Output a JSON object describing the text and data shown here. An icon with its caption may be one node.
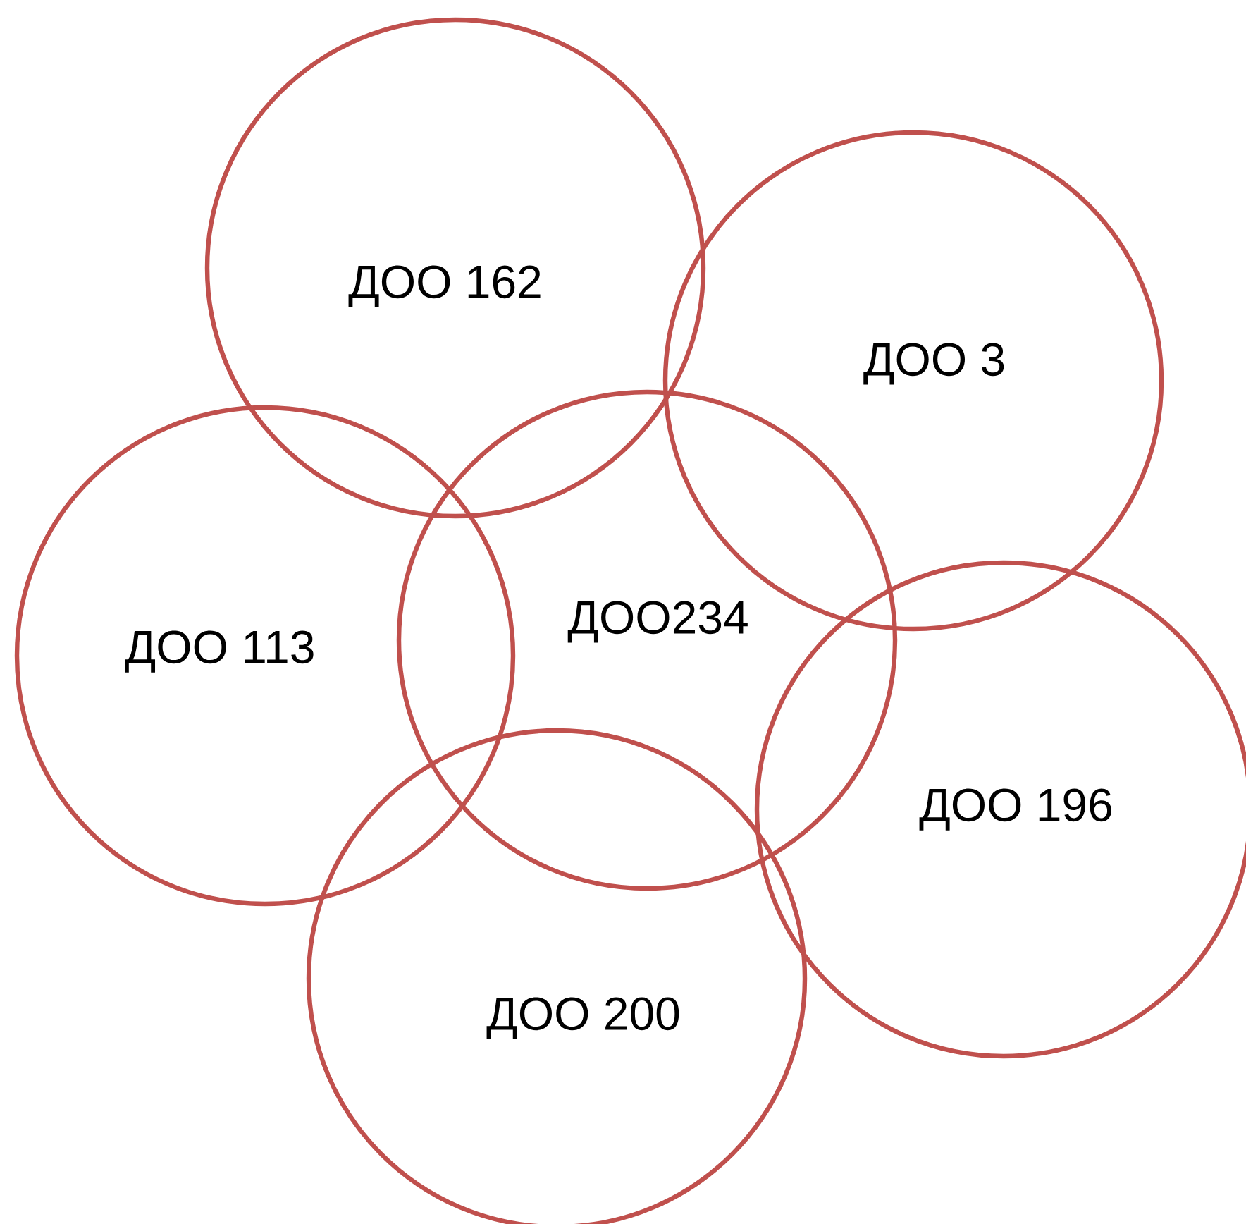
{
  "diagram": {
    "nodes": [
      {
        "text": [
          "ДОО 162"
        ]
      },
      {
        "text": [
          "ДОО 3"
        ]
      },
      {
        "text": [
          "ДОО 113"
        ]
      },
      {
        "text": [
          "ДОО234"
        ]
      },
      {
        "text": [
          "ДОО 196"
        ]
      },
      {
        "text": [
          "ДОО 200"
        ]
      }
    ]
  }
}
